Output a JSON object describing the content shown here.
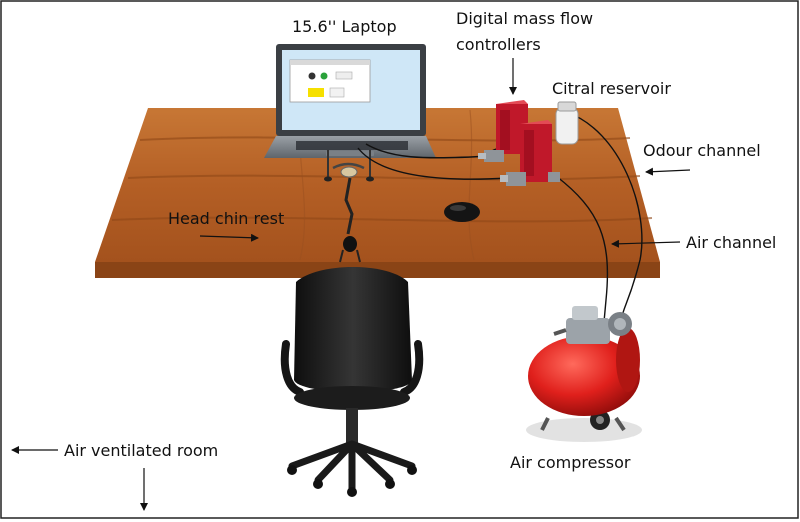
{
  "labels": {
    "laptop": "15.6'' Laptop",
    "mfc_line1": "Digital mass flow",
    "mfc_line2": "controllers",
    "reservoir": "Citral reservoir",
    "odour_channel": "Odour channel",
    "head_chin_rest": "Head chin rest",
    "air_channel": "Air channel",
    "air_ventilated_room": "Air ventilated room",
    "air_compressor": "Air compressor"
  },
  "colors": {
    "table_top": "#b8642a",
    "table_edge": "#8a4416",
    "mfc_body": "#c0182a",
    "compressor_tank": "#e0201c",
    "chair": "#1c1c1c",
    "screen": "#cfe7f7"
  }
}
